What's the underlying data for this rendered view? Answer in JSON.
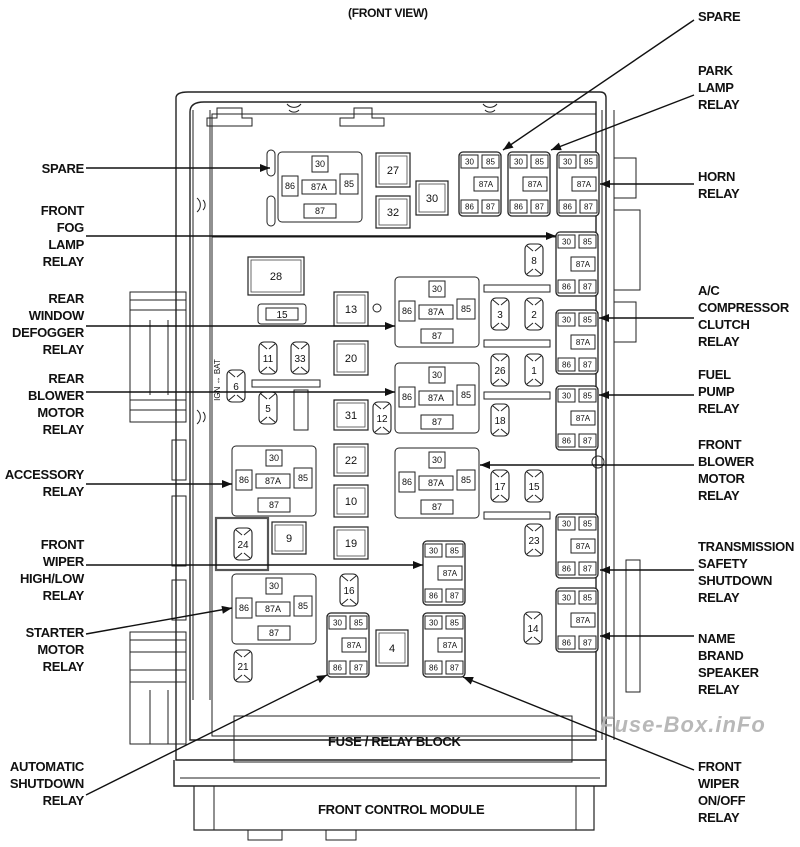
{
  "view_title": "(FRONT VIEW)",
  "block_label": "FUSE / RELAY BLOCK",
  "module_label": "FRONT CONTROL MODULE",
  "watermark": "Fuse-Box.inFo",
  "ign_bat_label": "IGN ↔ BAT",
  "callouts_left": [
    {
      "id": "spare-left",
      "text": "SPARE"
    },
    {
      "id": "front-fog-lamp-relay",
      "text": "FRONT\nFOG\nLAMP\nRELAY"
    },
    {
      "id": "rear-window-defogger-relay",
      "text": "REAR\nWINDOW\nDEFOGGER\nRELAY"
    },
    {
      "id": "rear-blower-motor-relay",
      "text": "REAR\nBLOWER\nMOTOR\nRELAY"
    },
    {
      "id": "accessory-relay",
      "text": "ACCESSORY\nRELAY"
    },
    {
      "id": "front-wiper-high-low-relay",
      "text": "FRONT\nWIPER\nHIGH/LOW\nRELAY"
    },
    {
      "id": "starter-motor-relay",
      "text": "STARTER\nMOTOR\nRELAY"
    },
    {
      "id": "automatic-shutdown-relay",
      "text": "AUTOMATIC\nSHUTDOWN\nRELAY"
    }
  ],
  "callouts_right": [
    {
      "id": "spare-right",
      "text": "SPARE"
    },
    {
      "id": "park-lamp-relay",
      "text": "PARK\nLAMP\nRELAY"
    },
    {
      "id": "horn-relay",
      "text": "HORN\nRELAY"
    },
    {
      "id": "ac-compressor-clutch-relay",
      "text": "A/C\nCOMPRESSOR\nCLUTCH\nRELAY"
    },
    {
      "id": "fuel-pump-relay",
      "text": "FUEL\nPUMP\nRELAY"
    },
    {
      "id": "front-blower-motor-relay",
      "text": "FRONT\nBLOWER\nMOTOR\nRELAY"
    },
    {
      "id": "transmission-safety-shutdown-relay",
      "text": "TRANSMISSION\nSAFETY\nSHUTDOWN\nRELAY"
    },
    {
      "id": "name-brand-speaker-relay",
      "text": "NAME\nBRAND\nSPEAKER\nRELAY"
    },
    {
      "id": "front-wiper-on-off-relay",
      "text": "FRONT\nWIPER\nON/OFF\nRELAY"
    }
  ],
  "relay_pins": {
    "p30": "30",
    "p85": "85",
    "p86": "86",
    "p87": "87",
    "p87a": "87A"
  },
  "cartridge_fuses": [
    "27",
    "32",
    "30",
    "28",
    "13",
    "20",
    "31",
    "22",
    "10",
    "19",
    "9",
    "4"
  ],
  "mini_fuses": [
    "15",
    "11",
    "33",
    "6",
    "5",
    "12",
    "8",
    "3",
    "2",
    "26",
    "1",
    "18",
    "17",
    "15",
    "23",
    "24",
    "16",
    "21",
    "14"
  ]
}
